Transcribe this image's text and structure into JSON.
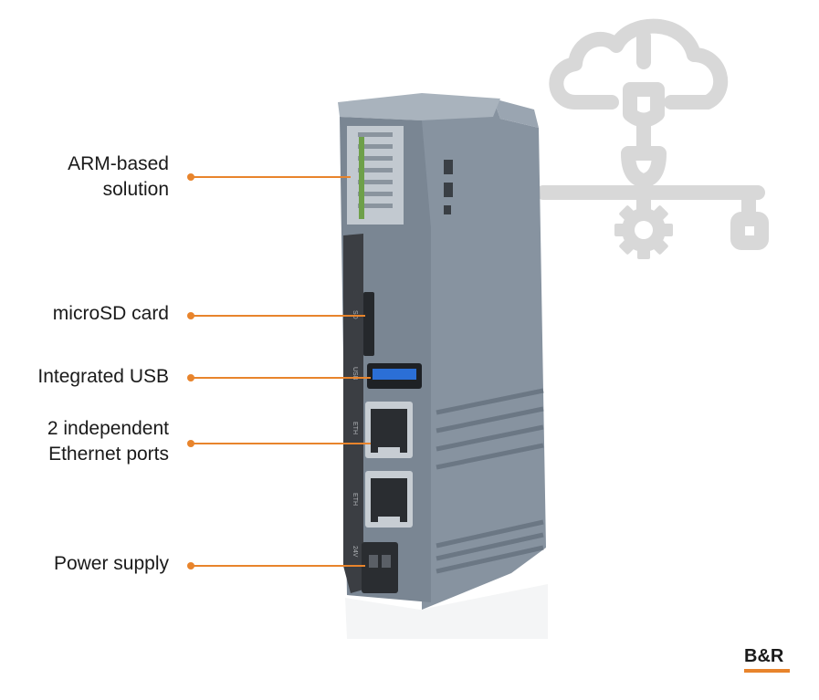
{
  "callouts": [
    {
      "line1": "ARM-based",
      "line2": "solution"
    },
    {
      "line1": "microSD card",
      "line2": ""
    },
    {
      "line1": "Integrated USB",
      "line2": ""
    },
    {
      "line1": "2 independent",
      "line2": "Ethernet ports"
    },
    {
      "line1": "Power supply",
      "line2": ""
    }
  ],
  "device_markings": {
    "sd": "SD",
    "usb": "USB",
    "eth1": "ETH",
    "eth2": "ETH",
    "power": "24V"
  },
  "brand": {
    "name": "B&R"
  },
  "icons": [
    "cloud-icon",
    "gear-icon",
    "network-node-icon"
  ],
  "colors": {
    "accent": "#e8842c",
    "device_body": "#6f7c8a",
    "device_front": "#3a3d42",
    "icon_gray": "#d6d6d6",
    "usb_blue": "#2b6fd6"
  }
}
